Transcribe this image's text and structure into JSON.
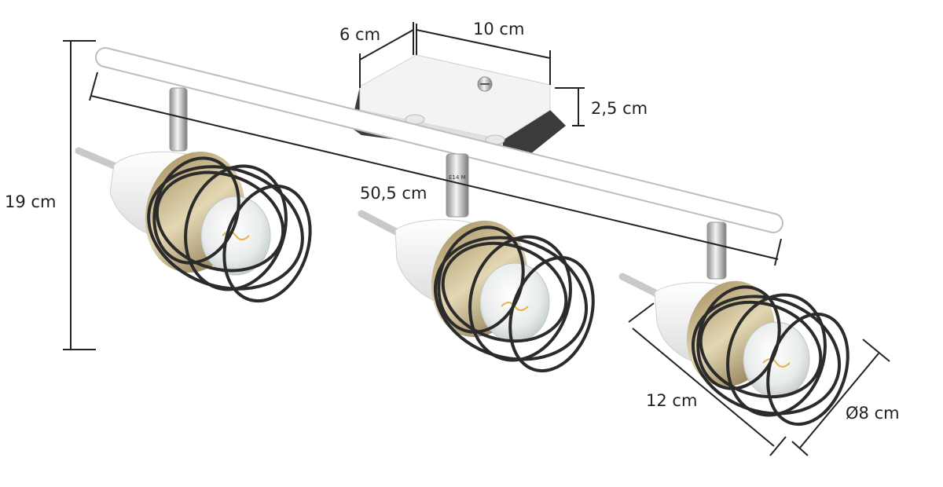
{
  "dimensions": {
    "base_depth": "6 cm",
    "base_width": "10 cm",
    "base_height": "2,5 cm",
    "total_height": "19 cm",
    "total_length": "50,5 cm",
    "shade_length": "12 cm",
    "shade_diameter": "Ø8 cm"
  },
  "socket_marking": "E14 M",
  "colors": {
    "bar": "#ffffff",
    "base_plate": "#3b3b3b",
    "cage": "#2b2b2b",
    "chrome": "#c9c9c9",
    "dimension_line": "#222222",
    "bulb_glow": "#e8b24a"
  }
}
